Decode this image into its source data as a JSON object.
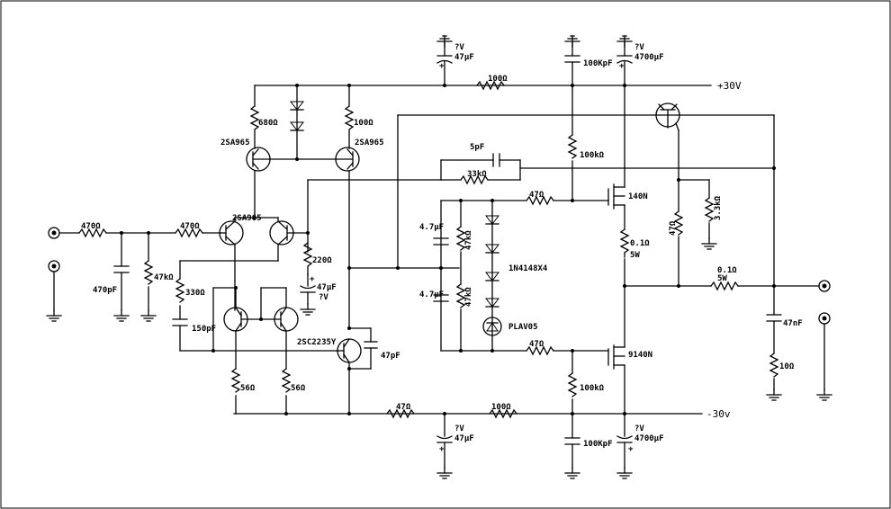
{
  "labels": {
    "rail_pos": "+30V",
    "rail_neg": "-30v",
    "c_top_left_v": "?V",
    "c_top_left_c": "47µF",
    "r_top_100": "100Ω",
    "c_top_mid": "100KpF",
    "c_top_right_v": "?V",
    "c_top_right_c": "4700µF",
    "r_680": "680Ω",
    "r_100b": "100Ω",
    "q_2sa965_a": "2SA965",
    "q_2sa965_b": "2SA965",
    "q_2sa965_c": "2SA965",
    "c_5pf": "5pF",
    "r_33k": "33kΩ",
    "r_100k_top": "100kΩ",
    "r_47_gate_top": "47Ω",
    "q_140n": "140N",
    "r_3k3": "3.3kΩ",
    "r_47_vert": "47Ω",
    "r_470_in": "470Ω",
    "r_470_b": "470Ω",
    "c_470pf": "470pF",
    "r_47k_in": "47kΩ",
    "r_220": "220Ω",
    "c_47uf_v": "47µF",
    "c_47uf_v2": "?V",
    "c_4u7_a": "4.7µF",
    "r_47k_a": "47kΩ",
    "c_4u7_b": "4.7µF",
    "r_47k_b": "47kΩ",
    "d_string": "1N4148X4",
    "d_zener": "PLAV05",
    "r_01_top": "0.1Ω",
    "r_5w_top": "5W",
    "r_01_out": "0.1Ω",
    "r_5w_out": "5W",
    "c_47nf": "47nF",
    "r_10": "10Ω",
    "r_330": "330Ω",
    "c_150pf": "150pF",
    "q_2sc2235y": "2SC2235Y",
    "c_47pf": "47pF",
    "r_47_gate_bot": "47Ω",
    "q_9140n": "9140N",
    "r_100k_bot": "100kΩ",
    "r_56_a": "56Ω",
    "r_56_b": "56Ω",
    "r_47_bot": "47Ω",
    "r_100_bot": "100Ω",
    "c_bot_left_v": "?V",
    "c_bot_left_c": "47µF",
    "c_bot_mid": "100KpF",
    "c_bot_right_v": "?V",
    "c_bot_right_c": "4700µF"
  }
}
